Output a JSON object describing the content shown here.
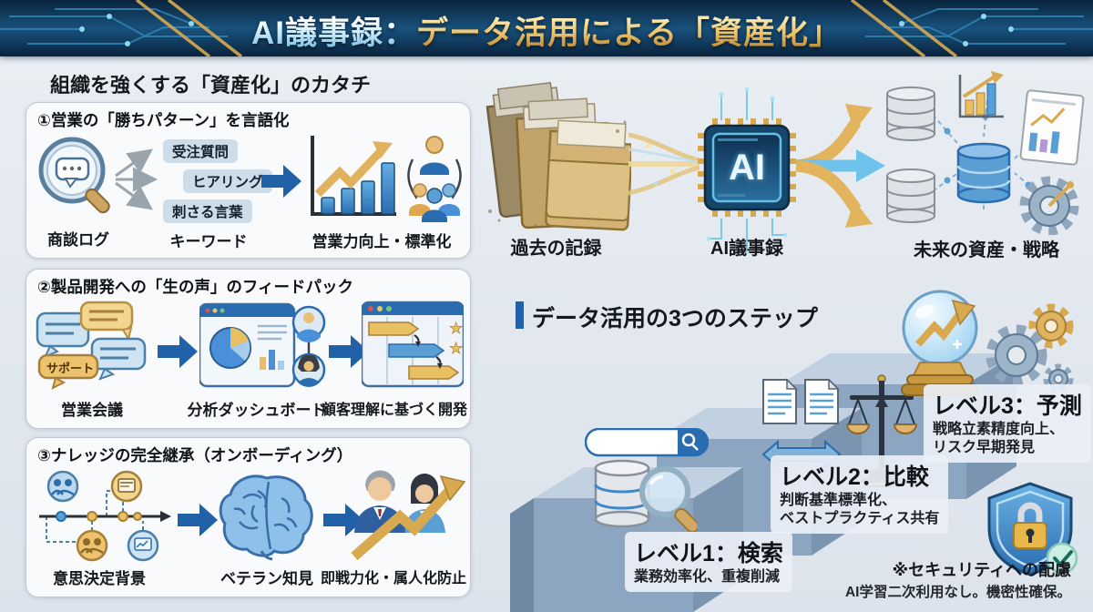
{
  "header": {
    "title_silver": "AI議事録：",
    "title_gold": "データ活用による「資産化」"
  },
  "left": {
    "section_title": "組織を強くする「資産化」のカタチ",
    "box1": {
      "title": "①営業の「勝ちパターン」を言語化",
      "source_label": "商談ログ",
      "keywords": [
        "受注質問",
        "ヒアリング",
        "刺さる言葉"
      ],
      "keywords_label": "キーワード",
      "result_label": "営業力向上・標準化"
    },
    "box2": {
      "title": "②製品開発への「生の声」のフィードパック",
      "bubble_tag": "サポート",
      "step1_label": "営業会議",
      "step2_label": "分析ダッシュボード",
      "step3_label": "顧客理解に基づく開発"
    },
    "box3": {
      "title": "③ナレッジの完全継承（オンボーディング）",
      "step1_label": "意思決定背景",
      "step2_label": "ベテラン知見",
      "step3_label": "即戦力化・属人化防止"
    }
  },
  "flow": {
    "past_label": "過去の記録",
    "chip_text": "AI",
    "ai_label": "AI議事録",
    "future_label": "未来の資産・戦略"
  },
  "steps": {
    "heading": "データ活用の3つのステップ",
    "levels": [
      {
        "title": "レベル1：検索",
        "desc1": "業務効率化、重複削減",
        "desc2": ""
      },
      {
        "title": "レベル2：比較",
        "desc1": "判断基準標準化、",
        "desc2": "ベストプラクティス共有"
      },
      {
        "title": "レベル3：予測",
        "desc1": "戦略立素精度向上、",
        "desc2": "リスク早期発見"
      }
    ]
  },
  "security": {
    "title": "※セキュリティへの配慮",
    "desc": "AI学習二次利用なし。機密性確保。"
  },
  "colors": {
    "accent_blue": "#2161a8",
    "gold": "#d9a94f",
    "header_bg": "#0d2b46",
    "step_top": "#c2d1e1",
    "step_front": "#8ca6c1",
    "step_side": "#7b95b1"
  },
  "icons": {
    "magnifier-chat-icon": "lens+speech-bubble",
    "arrow-right-icon": "▶",
    "growth-chart-icon": "bars+gold-arrow",
    "team-icon": "people-circles",
    "speech-bubbles-icon": "chat-cluster",
    "dashboard-icon": "window+pie",
    "gantt-icon": "window+task-bars",
    "timeline-icon": "axis+nodes",
    "brain-icon": "brain",
    "mentor-pair-icon": "two-people+gold-arrow",
    "folders-icon": "paper-folders",
    "ai-chip-icon": "cpu",
    "network-icon": "databases+gear",
    "search-bar-icon": "input+🔍",
    "database-search-icon": "cylinder+🔍",
    "documents-compare-icon": "docs+⇄",
    "scale-icon": "balance",
    "crystal-ball-icon": "sphere+arrow",
    "gears-icon": "⚙⚙",
    "shield-lock-icon": "shield+lock+✓"
  }
}
